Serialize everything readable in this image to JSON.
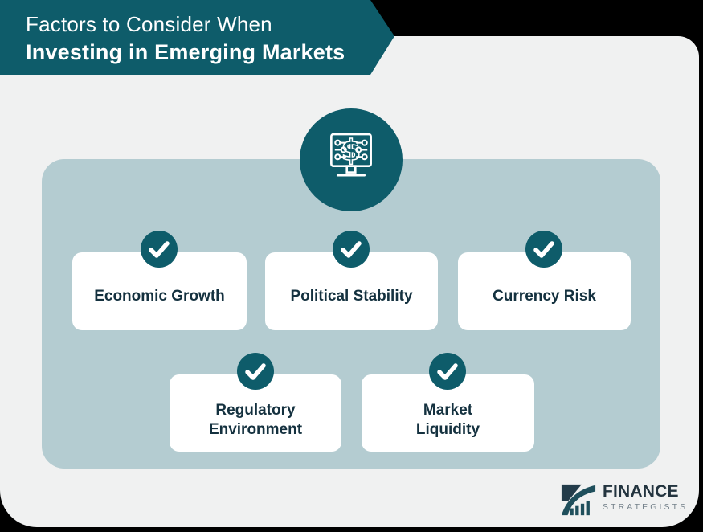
{
  "banner": {
    "line1": "Factors to Consider When",
    "line2": "Investing in Emerging Markets"
  },
  "hero_icon": "monitor-dollar-network-icon",
  "factors": [
    {
      "label": "Economic Growth",
      "badge_icon": "checkmark-icon"
    },
    {
      "label": "Political Stability",
      "badge_icon": "checkmark-icon"
    },
    {
      "label": "Currency Risk",
      "badge_icon": "checkmark-icon"
    },
    {
      "label": "Regulatory\nEnvironment",
      "badge_icon": "checkmark-icon"
    },
    {
      "label": "Market\nLiquidity",
      "badge_icon": "checkmark-icon"
    }
  ],
  "logo": {
    "name": "FINANCE",
    "sub": "STRATEGISTS",
    "icon": "bridge-chart-icon"
  },
  "colors": {
    "teal": "#0e5c6a",
    "panel": "#b4ccd1",
    "page_bg": "#f0f1f1",
    "frame": "#000000",
    "card_bg": "#ffffff",
    "card_text": "#14313f",
    "logo_name": "#23343f",
    "logo_sub": "#75828b"
  }
}
